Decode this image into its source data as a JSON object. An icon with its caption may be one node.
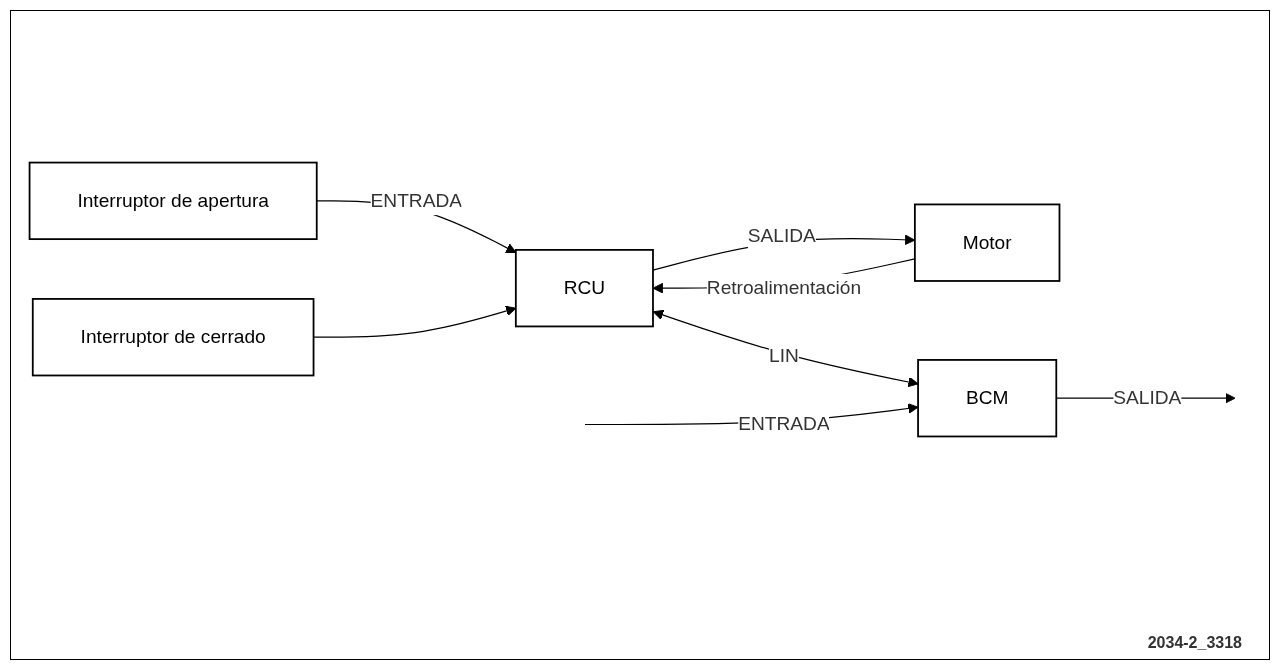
{
  "diagram": {
    "nodes": [
      {
        "text": [
          "Interruptor de apertura"
        ]
      },
      {
        "text": [
          "Interruptor de cerrado"
        ]
      },
      {
        "text": [
          "RCU"
        ]
      },
      {
        "text": [
          "Motor"
        ]
      },
      {
        "text": [
          "BCM"
        ]
      }
    ],
    "edges": [
      {
        "from": 0,
        "to": 2,
        "arrow": "to",
        "label": "ENTRADA"
      },
      {
        "from": 1,
        "to": 2,
        "arrow": "to"
      },
      {
        "from": 2,
        "to": 3,
        "arrow": "to",
        "label": "SALIDA"
      },
      {
        "from": 3,
        "to": 2,
        "arrow": "to",
        "label": "Retroalimentación"
      },
      {
        "from": 2,
        "to": 4,
        "arrow": "both",
        "label": "LIN"
      },
      {
        "from": null,
        "to": 4,
        "arrow": "to",
        "label": "ENTRADA"
      },
      {
        "from": 4,
        "to": null,
        "arrow": "to",
        "label": "SALIDA"
      }
    ],
    "labels": [
      "2034-2_3318"
    ]
  }
}
